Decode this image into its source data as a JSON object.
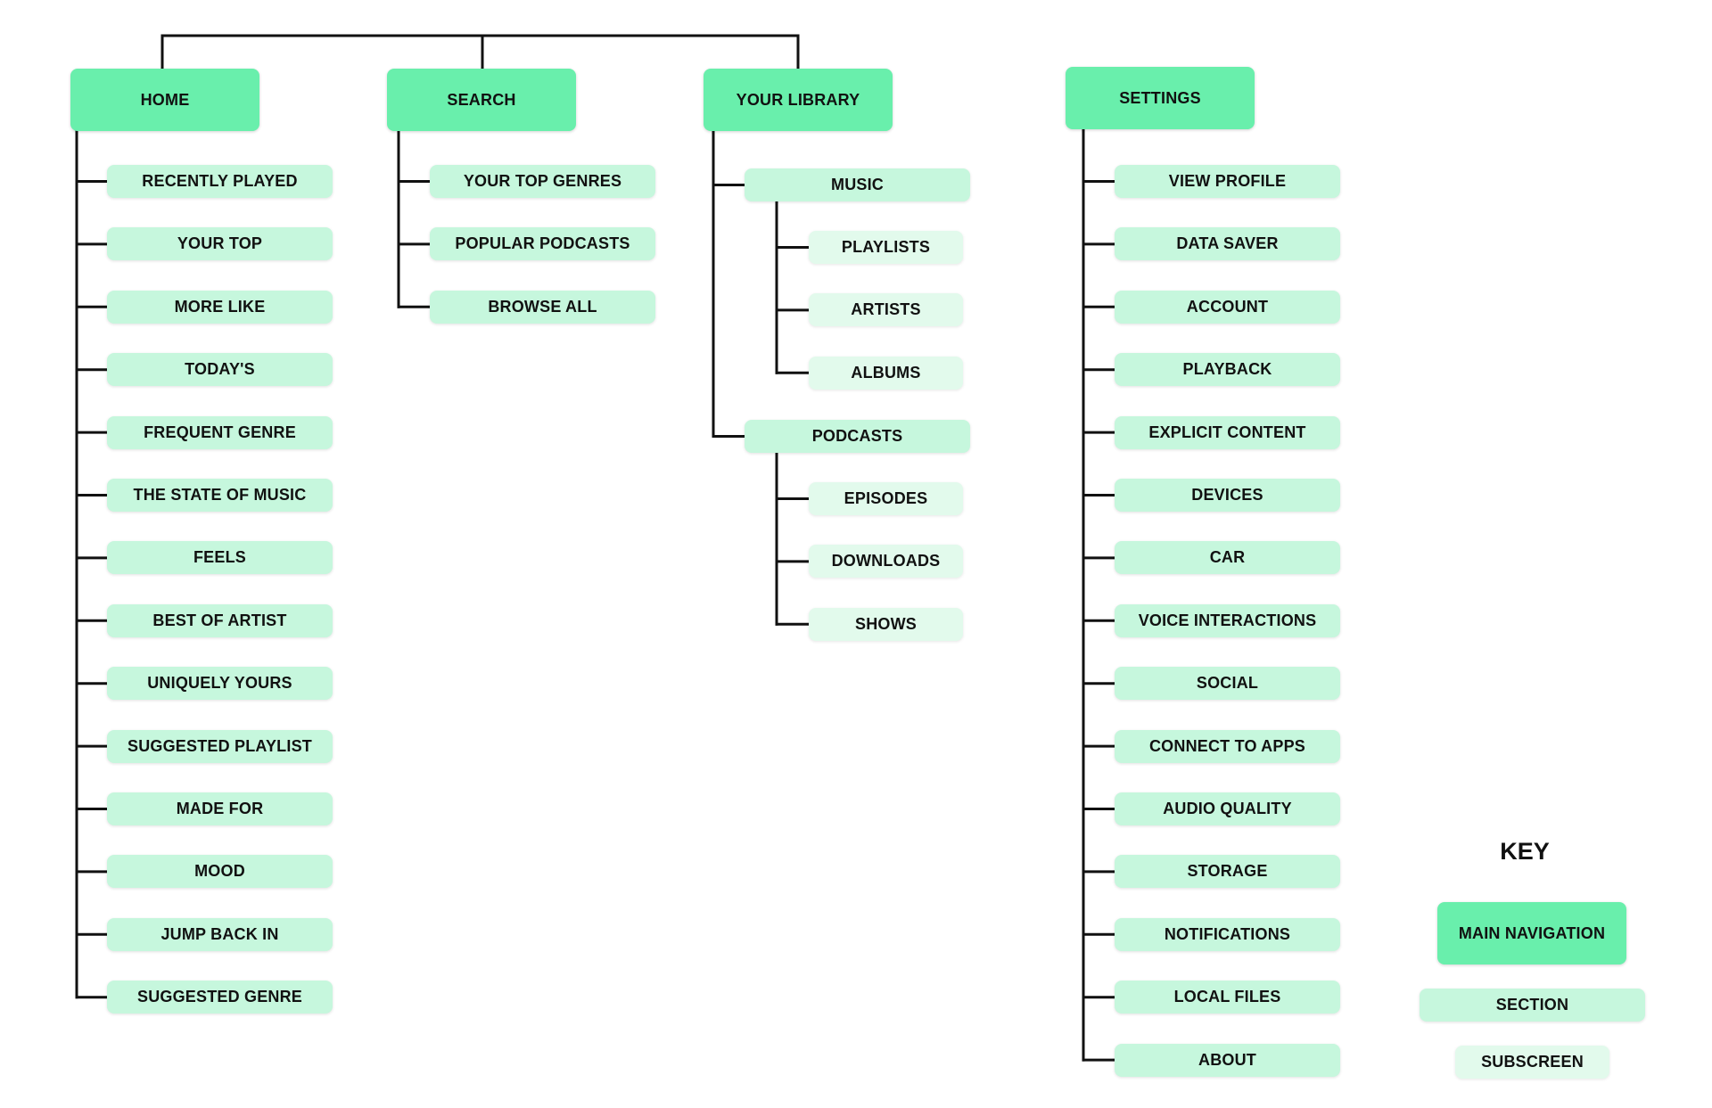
{
  "colors": {
    "main_navigation": "#69efac",
    "section": "#c6f7dd",
    "subscreen": "#e2faec",
    "line": "#111111"
  },
  "home": {
    "label": "HOME",
    "items": [
      "RECENTLY PLAYED",
      "YOUR TOP",
      "MORE LIKE",
      "TODAY'S",
      "FREQUENT GENRE",
      "THE STATE OF MUSIC",
      "FEELS",
      "BEST OF ARTIST",
      "UNIQUELY YOURS",
      "SUGGESTED PLAYLIST",
      "MADE FOR",
      "MOOD",
      "JUMP BACK IN",
      "SUGGESTED GENRE"
    ]
  },
  "search": {
    "label": "SEARCH",
    "items": [
      "YOUR TOP GENRES",
      "POPULAR PODCASTS",
      "BROWSE ALL"
    ]
  },
  "library": {
    "label": "YOUR LIBRARY",
    "sections": [
      {
        "label": "MUSIC",
        "items": [
          "PLAYLISTS",
          "ARTISTS",
          "ALBUMS"
        ]
      },
      {
        "label": "PODCASTS",
        "items": [
          "EPISODES",
          "DOWNLOADS",
          "SHOWS"
        ]
      }
    ]
  },
  "settings": {
    "label": "SETTINGS",
    "items": [
      "VIEW PROFILE",
      "DATA SAVER",
      "ACCOUNT",
      "PLAYBACK",
      "EXPLICIT CONTENT",
      "DEVICES",
      "CAR",
      "VOICE INTERACTIONS",
      "SOCIAL",
      "CONNECT TO APPS",
      "AUDIO QUALITY",
      "STORAGE",
      "NOTIFICATIONS",
      "LOCAL FILES",
      "ABOUT"
    ]
  },
  "key": {
    "title": "KEY",
    "main_navigation": "MAIN NAVIGATION",
    "section": "SECTION",
    "subscreen": "SUBSCREEN"
  }
}
